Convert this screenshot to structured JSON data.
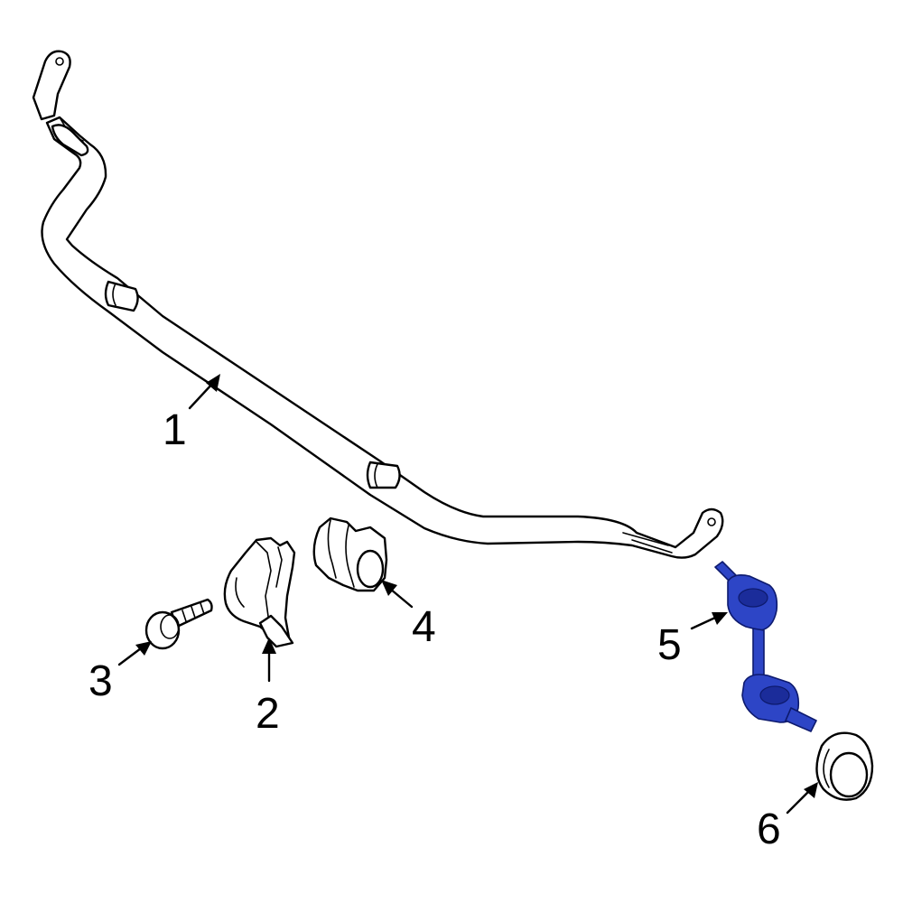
{
  "callouts": {
    "part_1": "1",
    "part_2": "2",
    "part_3": "3",
    "part_4": "4",
    "part_5": "5",
    "part_6": "6"
  },
  "colors": {
    "highlight": "#2d45c6",
    "outline": "#000000",
    "background": "#ffffff"
  },
  "highlighted_part": "5"
}
